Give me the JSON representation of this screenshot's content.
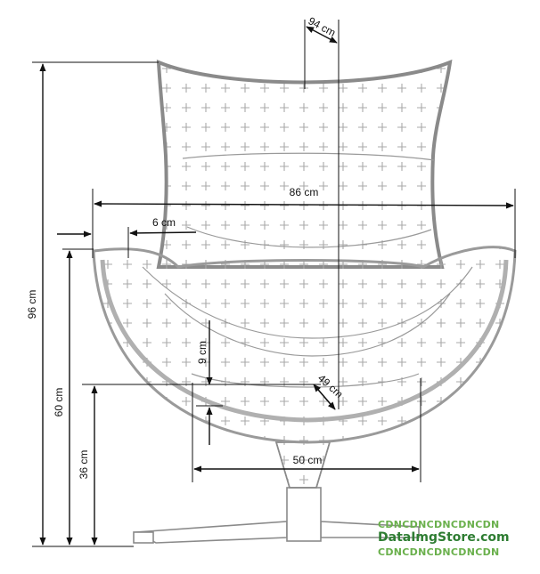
{
  "diagram": {
    "dimensions": {
      "total_height": "96 cm",
      "depth": "94 cm",
      "width": "86 cm",
      "armrest_width": "6 cm",
      "armrest_height": "60 cm",
      "seat_height": "36 cm",
      "seat_thickness": "9 cm",
      "seat_depth": "49 cm",
      "seat_width": "50 cm"
    },
    "colors": {
      "outline": "#8a8a8a",
      "shell_edge": "#9a9a9a",
      "pattern": "#a8a8a8",
      "dimension_line": "#111111",
      "watermark_light": "#6ab04c",
      "watermark_dark": "#2e7d32"
    }
  },
  "watermark": {
    "line1": "CDNCDNCDNCDNCDN",
    "line2": "DataImgStore.com",
    "line3": "CDNCDNCDNCDNCDN"
  }
}
